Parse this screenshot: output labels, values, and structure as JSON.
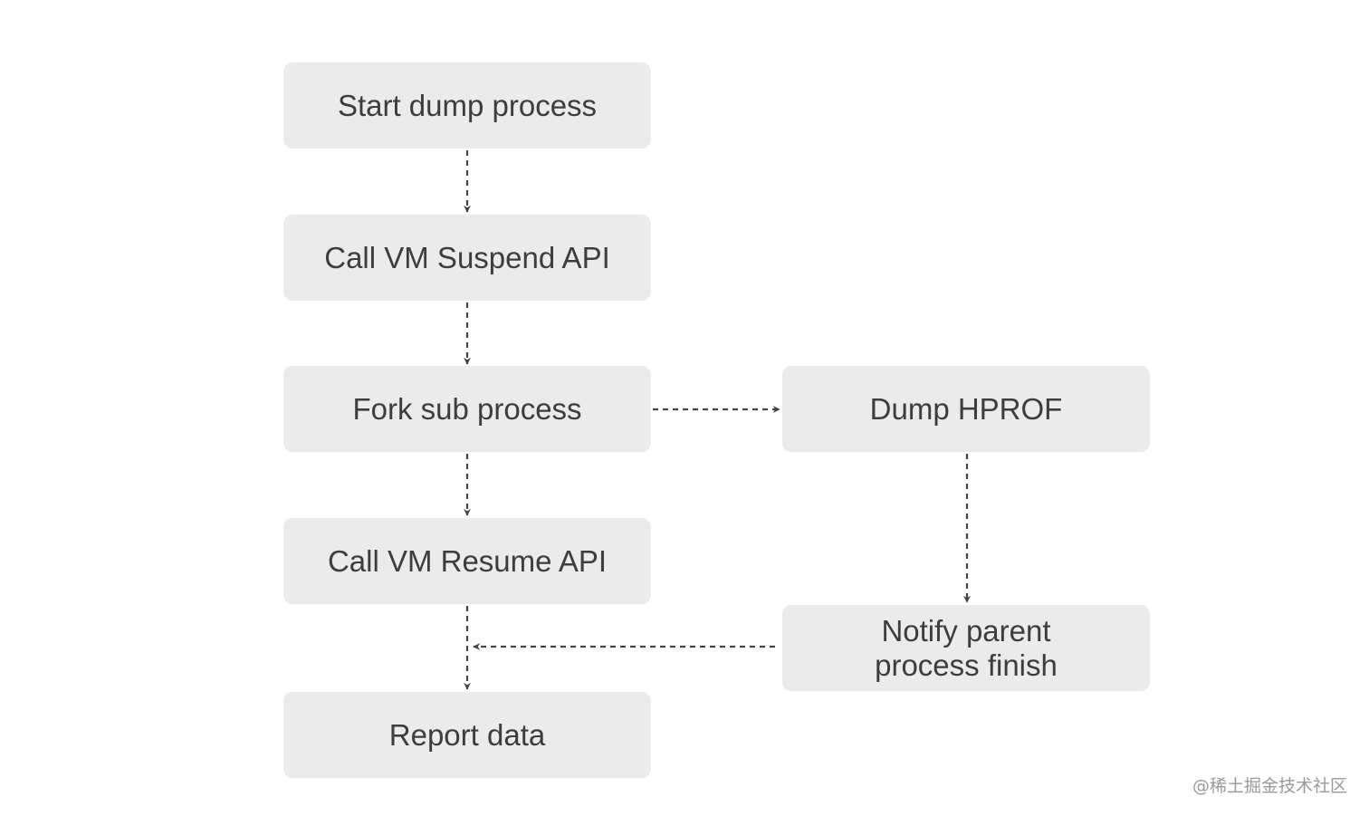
{
  "nodes": {
    "start_dump": "Start dump process",
    "vm_suspend": "Call VM Suspend API",
    "fork_sub": "Fork sub process",
    "vm_resume": "Call VM Resume API",
    "report_data": "Report data",
    "dump_hprof": "Dump HPROF",
    "notify_parent": "Notify parent\nprocess finish"
  },
  "edges": [
    {
      "from": "start_dump",
      "to": "vm_suspend",
      "style": "dashed"
    },
    {
      "from": "vm_suspend",
      "to": "fork_sub",
      "style": "dashed"
    },
    {
      "from": "fork_sub",
      "to": "vm_resume",
      "style": "dashed"
    },
    {
      "from": "vm_resume",
      "to": "report_data",
      "style": "dashed"
    },
    {
      "from": "fork_sub",
      "to": "dump_hprof",
      "style": "dashed"
    },
    {
      "from": "dump_hprof",
      "to": "notify_parent",
      "style": "dashed"
    },
    {
      "from": "notify_parent",
      "to": "vm_resume_report_link",
      "style": "dashed"
    }
  ],
  "colors": {
    "node_fill": "#ebebeb",
    "node_text": "#3d3d3d",
    "connector": "#444444",
    "watermark": "#9a9a9a"
  },
  "watermark": "@稀土掘金技术社区"
}
